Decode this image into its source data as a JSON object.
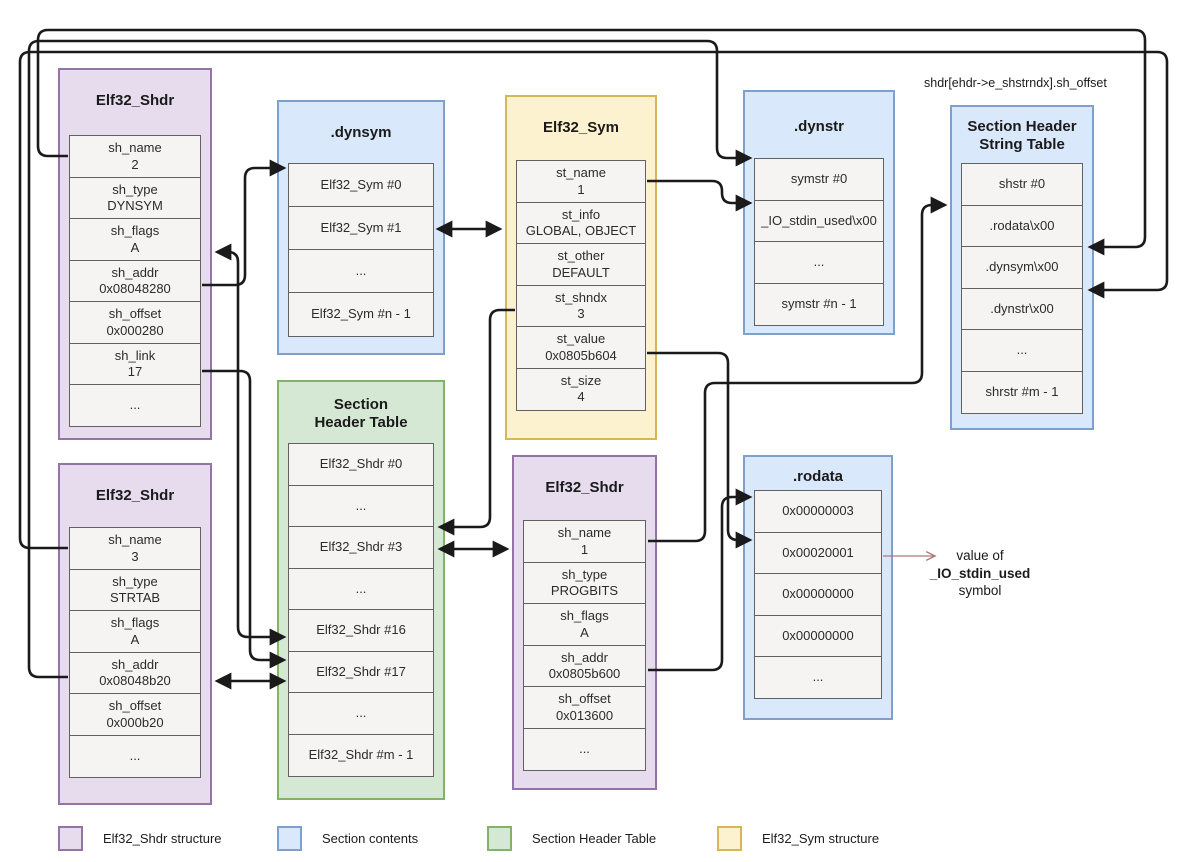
{
  "colors": {
    "purple_fill": "#e6dcee",
    "purple_stroke": "#9673a6",
    "blue_fill": "#dae8fc",
    "blue_stroke": "#7ea0cd",
    "green_fill": "#d5e8d4",
    "green_stroke": "#82b366",
    "yellow_fill": "#fdf2cf",
    "yellow_stroke": "#d6b656",
    "cell_fill": "#f5f4f2",
    "cell_stroke": "#616161",
    "connector": "#1a1a1a",
    "annotation_arrow": "#ad7a78"
  },
  "labels": {
    "shstrtab_offset_note": "shdr[ehdr->e_shstrndx].sh_offset"
  },
  "value_note": {
    "line1": "value of",
    "line2": "_IO_stdin_used",
    "line3": "symbol"
  },
  "boxes": {
    "shdr_dynsym": {
      "title": "Elf32_Shdr",
      "cells": [
        {
          "label": "sh_name",
          "value": "2"
        },
        {
          "label": "sh_type",
          "value": "DYNSYM"
        },
        {
          "label": "sh_flags",
          "value": "A"
        },
        {
          "label": "sh_addr",
          "value": "0x08048280"
        },
        {
          "label": "sh_offset",
          "value": "0x000280"
        },
        {
          "label": "sh_link",
          "value": "17"
        },
        {
          "label": "...",
          "value": ""
        }
      ]
    },
    "dynsym": {
      "title": ".dynsym",
      "rows": [
        "Elf32_Sym #0",
        "Elf32_Sym #1",
        "...",
        "Elf32_Sym #n - 1"
      ]
    },
    "sym": {
      "title": "Elf32_Sym",
      "cells": [
        {
          "label": "st_name",
          "value": "1"
        },
        {
          "label": "st_info",
          "value": "GLOBAL, OBJECT"
        },
        {
          "label": "st_other",
          "value": "DEFAULT"
        },
        {
          "label": "st_shndx",
          "value": "3"
        },
        {
          "label": "st_value",
          "value": "0x0805b604"
        },
        {
          "label": "st_size",
          "value": "4"
        }
      ]
    },
    "dynstr": {
      "title": ".dynstr",
      "rows": [
        "symstr #0",
        "_IO_stdin_used\\x00",
        "...",
        "symstr #n - 1"
      ]
    },
    "shstrtab": {
      "title_line1": "Section Header",
      "title_line2": "String Table",
      "rows": [
        "shstr #0",
        ".rodata\\x00",
        ".dynsym\\x00",
        ".dynstr\\x00",
        "...",
        "shrstr #m - 1"
      ]
    },
    "shdr_dynstr": {
      "title": "Elf32_Shdr",
      "cells": [
        {
          "label": "sh_name",
          "value": "3"
        },
        {
          "label": "sh_type",
          "value": "STRTAB"
        },
        {
          "label": "sh_flags",
          "value": "A"
        },
        {
          "label": "sh_addr",
          "value": "0x08048b20"
        },
        {
          "label": "sh_offset",
          "value": "0x000b20"
        },
        {
          "label": "...",
          "value": ""
        }
      ]
    },
    "sht": {
      "title_line1": "Section",
      "title_line2": "Header Table",
      "rows": [
        "Elf32_Shdr #0",
        "...",
        "Elf32_Shdr #3",
        "...",
        "Elf32_Shdr #16",
        "Elf32_Shdr #17",
        "...",
        "Elf32_Shdr #m - 1"
      ]
    },
    "shdr_rodata": {
      "title": "Elf32_Shdr",
      "cells": [
        {
          "label": "sh_name",
          "value": "1"
        },
        {
          "label": "sh_type",
          "value": "PROGBITS"
        },
        {
          "label": "sh_flags",
          "value": "A"
        },
        {
          "label": "sh_addr",
          "value": "0x0805b600"
        },
        {
          "label": "sh_offset",
          "value": "0x013600"
        },
        {
          "label": "...",
          "value": ""
        }
      ]
    },
    "rodata": {
      "title": ".rodata",
      "rows": [
        "0x00000003",
        "0x00020001",
        "0x00000000",
        "0x00000000",
        "..."
      ]
    }
  },
  "connections": [
    {
      "from": "shdr_dynsym.sh_name",
      "to": "shstrtab..dynsym row"
    },
    {
      "from": "shdr_dynsym.sh_addr",
      "to": "dynsym.Elf32_Sym #0"
    },
    {
      "from": "shdr_dynsym",
      "to": "sht.Elf32_Shdr #16",
      "bidirectional": true
    },
    {
      "from": "shdr_dynsym.sh_link",
      "to": "sht.Elf32_Shdr #17"
    },
    {
      "from": "shdr_dynstr.sh_name",
      "to": "shstrtab..dynstr row"
    },
    {
      "from": "shdr_dynstr.sh_addr",
      "to": "dynstr.symstr #0"
    },
    {
      "from": "shdr_dynstr",
      "to": "sht.Elf32_Shdr #17",
      "bidirectional": true
    },
    {
      "from": "dynsym.Elf32_Sym #1",
      "to": "sym",
      "bidirectional": true
    },
    {
      "from": "sym.st_name",
      "to": "dynstr._IO_stdin_used\\x00"
    },
    {
      "from": "sym.st_shndx",
      "to": "sht.Elf32_Shdr #3"
    },
    {
      "from": "sym.st_value",
      "to": "rodata.0x00020001"
    },
    {
      "from": "shdr_rodata.sh_name",
      "to": "shstrtab..rodata row"
    },
    {
      "from": "shdr_rodata.sh_addr",
      "to": "rodata.0x00000003"
    },
    {
      "from": "shdr_rodata",
      "to": "sht.Elf32_Shdr #3",
      "bidirectional": true
    },
    {
      "from": "rodata.0x00020001",
      "to": "value-note annotation"
    }
  ],
  "legend": {
    "items": [
      {
        "color": "purple",
        "label": "Elf32_Shdr structure"
      },
      {
        "color": "blue",
        "label": "Section contents"
      },
      {
        "color": "green",
        "label": "Section Header Table"
      },
      {
        "color": "yellow",
        "label": "Elf32_Sym structure"
      }
    ]
  }
}
